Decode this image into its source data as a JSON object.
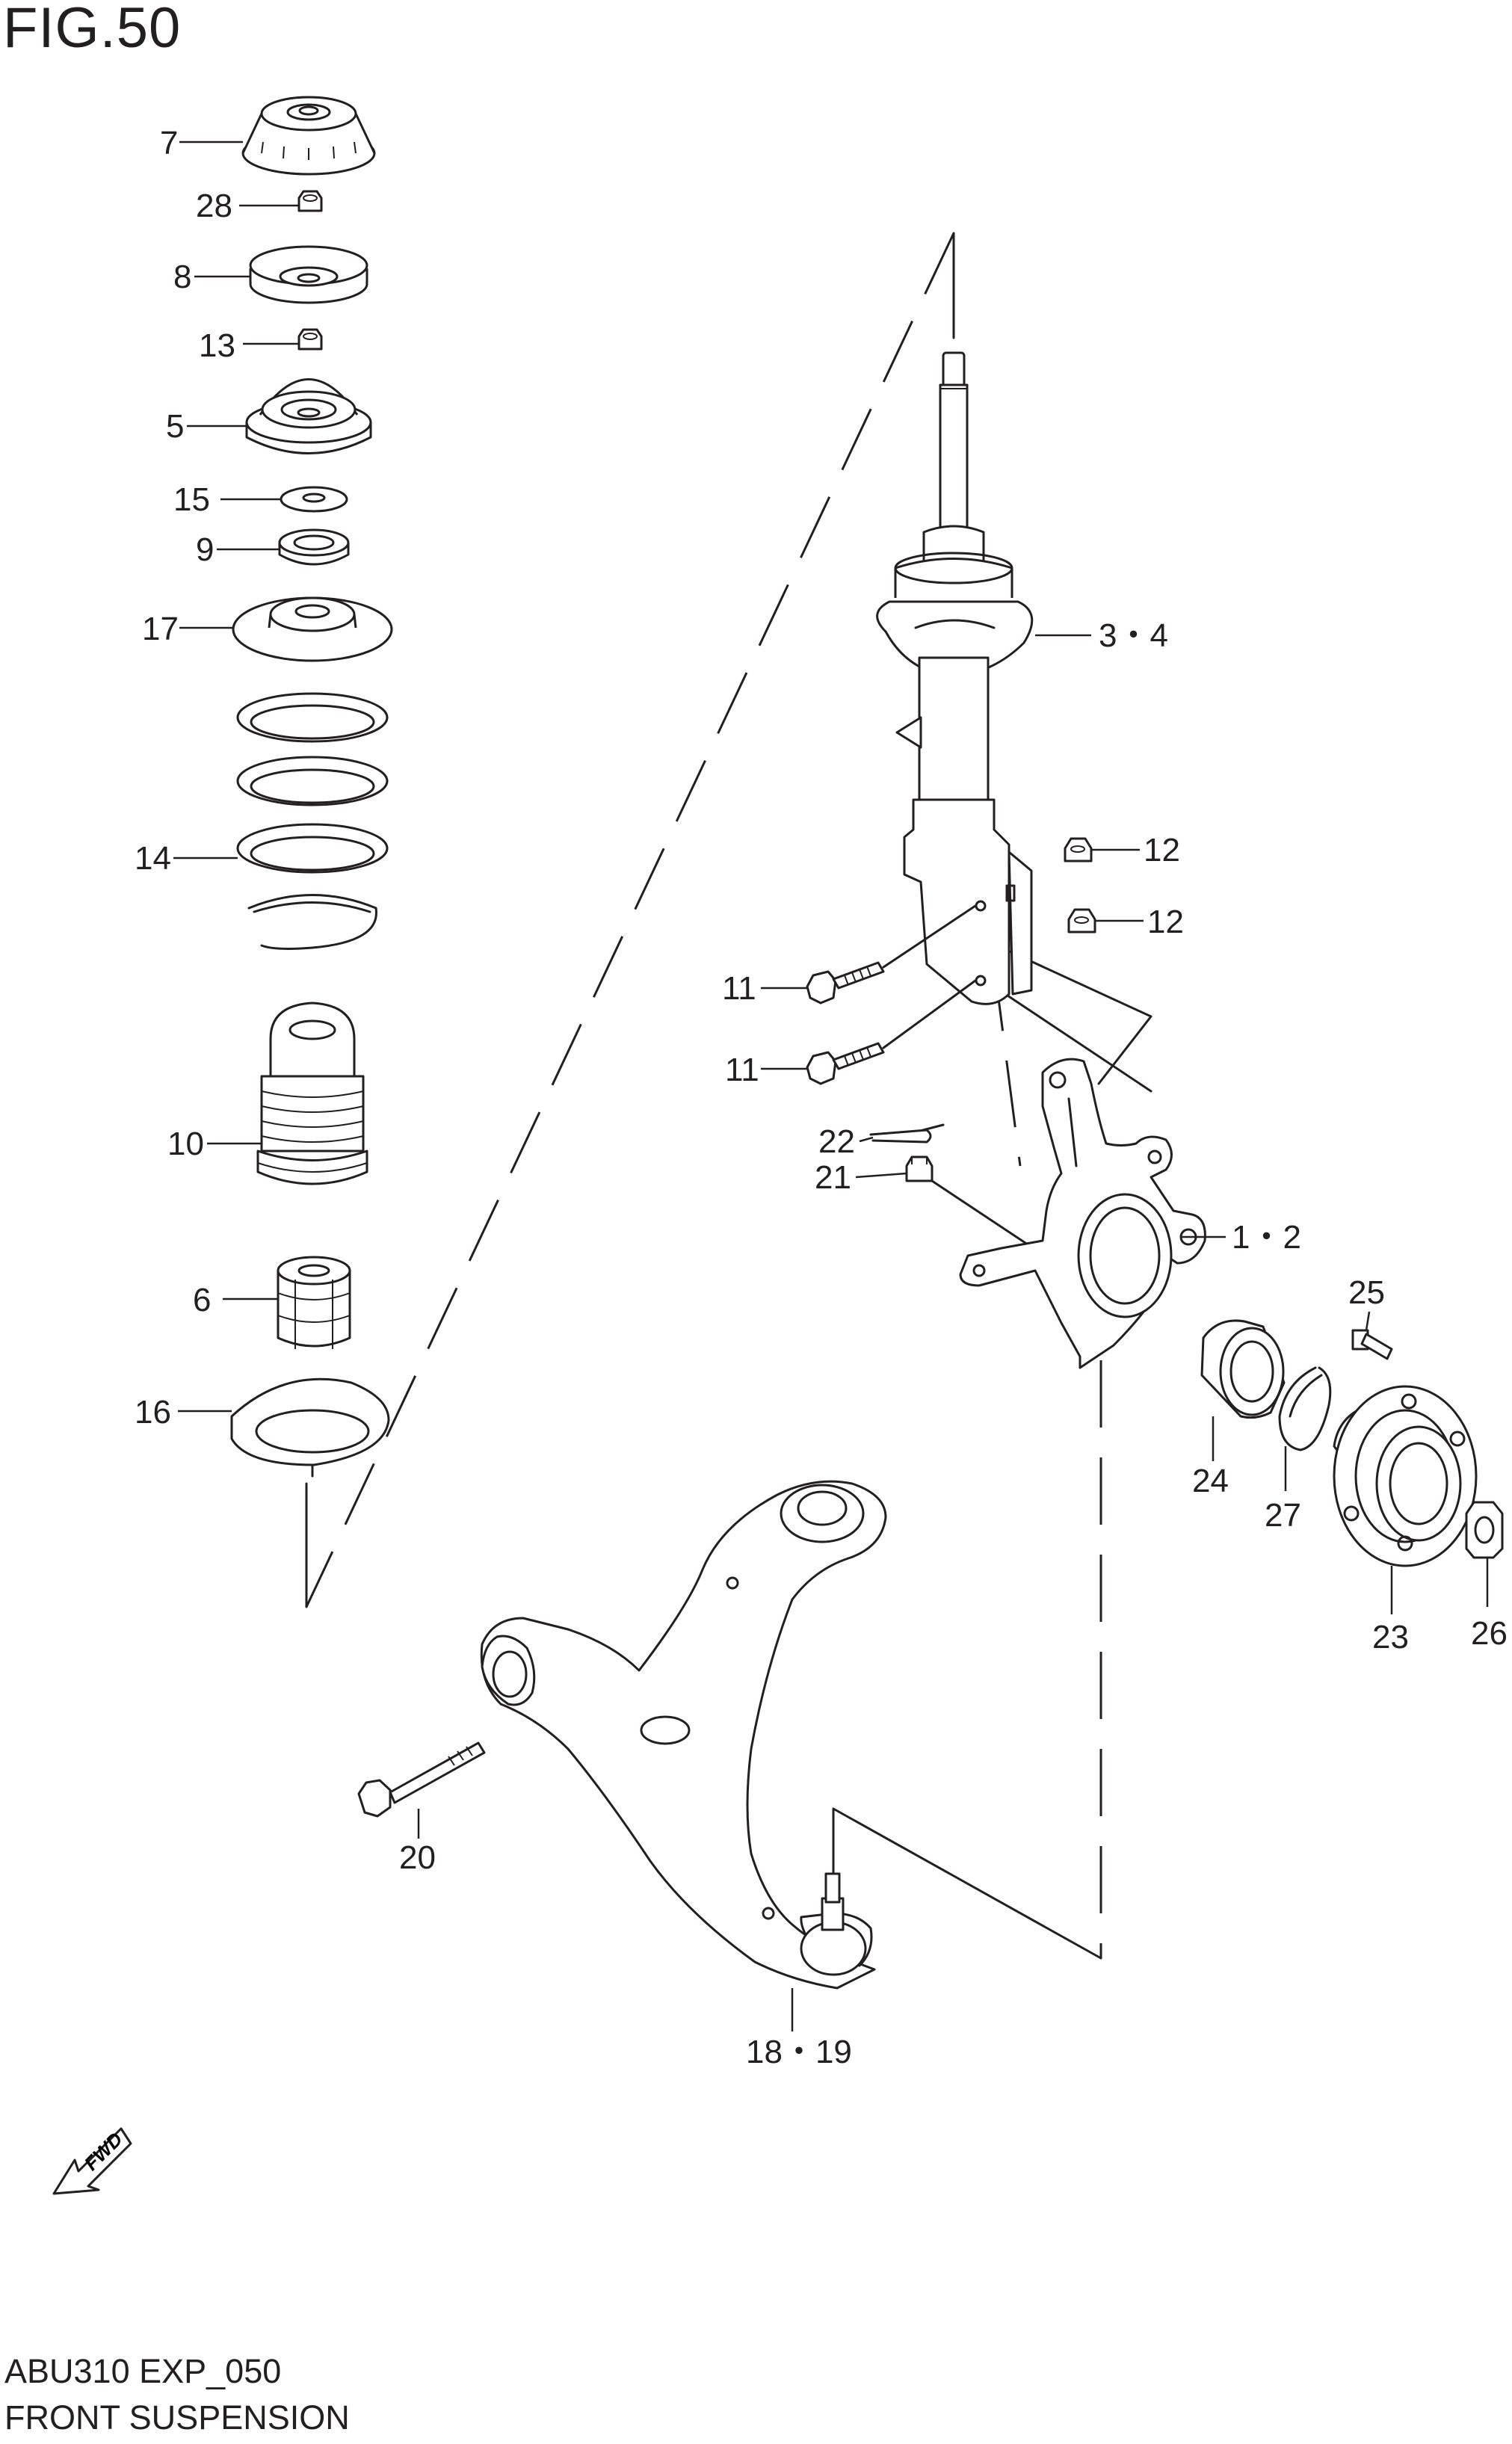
{
  "figure": {
    "title": "FIG.50",
    "code": "ABU310 EXP_050",
    "name": "FRONT SUSPENSION"
  },
  "fwd_label": "FWD",
  "callouts": {
    "c7": "7",
    "c28": "28",
    "c8": "8",
    "c13": "13",
    "c5": "5",
    "c15": "15",
    "c9": "9",
    "c17": "17",
    "c14": "14",
    "c10": "10",
    "c6": "6",
    "c16": "16",
    "c3_4": "3・4",
    "c12a": "12",
    "c12b": "12",
    "c11a": "11",
    "c11b": "11",
    "c22": "22",
    "c21": "21",
    "c1_2": "1・2",
    "c25": "25",
    "c24": "24",
    "c27": "27",
    "c23": "23",
    "c26": "26",
    "c20": "20",
    "c18_19": "18・19"
  }
}
